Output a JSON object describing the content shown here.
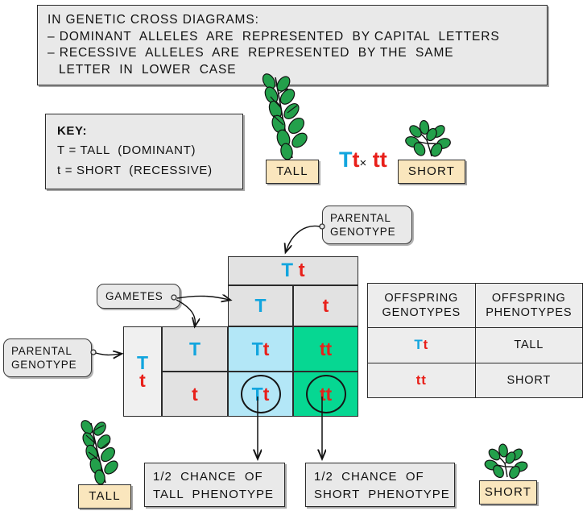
{
  "top_note": {
    "lines": [
      "IN GENETIC CROSS DIAGRAMS:",
      "– DOMINANT  ALLELES  ARE  REPRESENTED  BY CAPITAL  LETTERS",
      "– RECESSIVE  ALLELES  ARE  REPRESENTED  BY THE  SAME",
      "LETTER  IN  LOWER  CASE"
    ]
  },
  "key": {
    "title": "KEY:",
    "dominant": "T = TALL  (DOMINANT)",
    "recessive": "t = SHORT  (RECESSIVE)"
  },
  "cross": {
    "parent1_dominant": "T",
    "parent1_recessive": "t",
    "symbol": "×",
    "parent2_first": "t",
    "parent2_second": "t",
    "tall_label": "TALL",
    "short_label": "SHORT"
  },
  "callouts": {
    "parental_top": "PARENTAL\nGENOTYPE",
    "gametes": "GAMETES",
    "parental_left": "PARENTAL\nGENOTYPE"
  },
  "punnett": {
    "top_parent_dominant": "T",
    "top_parent_recessive": "t",
    "left_parent_dominant": "T",
    "left_parent_recessive": "t",
    "top_gamete_1": "T",
    "top_gamete_2": "t",
    "left_gamete_1": "T",
    "left_gamete_2": "t",
    "cell_11_T": "T",
    "cell_11_t": "t",
    "cell_12_t1": "t",
    "cell_12_t2": "t",
    "cell_21_T": "T",
    "cell_21_t": "t",
    "cell_22_t1": "t",
    "cell_22_t2": "t"
  },
  "offspring_table": {
    "header_genotypes": "OFFSPRING\nGENOTYPES",
    "header_phenotypes": "OFFSPRING\nPHENOTYPES",
    "rows": [
      {
        "genotype_dominant": "T",
        "genotype_recessive": "t",
        "phenotype": "TALL"
      },
      {
        "genotype_first": "t",
        "genotype_second": "t",
        "phenotype": "SHORT"
      }
    ]
  },
  "outcomes": {
    "tall_chance": "1/2  CHANCE  OF\nTALL  PHENOTYPE",
    "short_chance": "1/2  CHANCE  OF\nSHORT  PHENOTYPE",
    "tall_plant_label": "TALL",
    "short_plant_label": "SHORT"
  },
  "colors": {
    "dominant_allele": "#12a5de",
    "recessive_allele": "#e8201a",
    "tall_cell": "#b3e7f7",
    "short_cell": "#06d792",
    "neutral_cell": "#e2e2e2",
    "box_fill": "#e9e9e9",
    "tan_fill": "#fae6bd",
    "leaf_green": "#23a04b",
    "outline": "#2b2b2b"
  }
}
